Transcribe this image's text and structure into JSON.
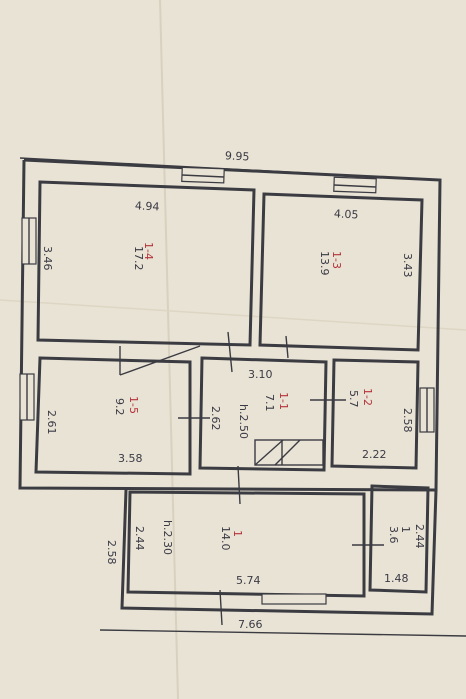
{
  "plan": {
    "overall_width": "9.95",
    "bottom_width": "7.66",
    "rooms": [
      {
        "id": "1-4",
        "area": "17.2",
        "width": "4.94",
        "height": "3.46"
      },
      {
        "id": "1-3",
        "area": "13.9",
        "width": "4.05",
        "height": "3.43"
      },
      {
        "id": "1-5",
        "area": "9.2",
        "width": "3.58",
        "height": "2.61"
      },
      {
        "id": "1-1",
        "area": "7.1",
        "width": "3.10",
        "height": "2.62",
        "ceiling": "h.2.50"
      },
      {
        "id": "1-2",
        "area": "5.7",
        "width": "2.22",
        "height": "2.58"
      },
      {
        "id": "1",
        "area": "14.0",
        "width": "5.74",
        "height": "2.44",
        "ceiling": "h.2.30"
      },
      {
        "id": "1",
        "area": "3.6",
        "width": "1.48",
        "height": "2.44"
      }
    ],
    "outer_left_height": "2.58",
    "colors": {
      "paper": "#e9e3d5",
      "ink": "#3b3b42",
      "room_id": "#b3333a"
    }
  }
}
